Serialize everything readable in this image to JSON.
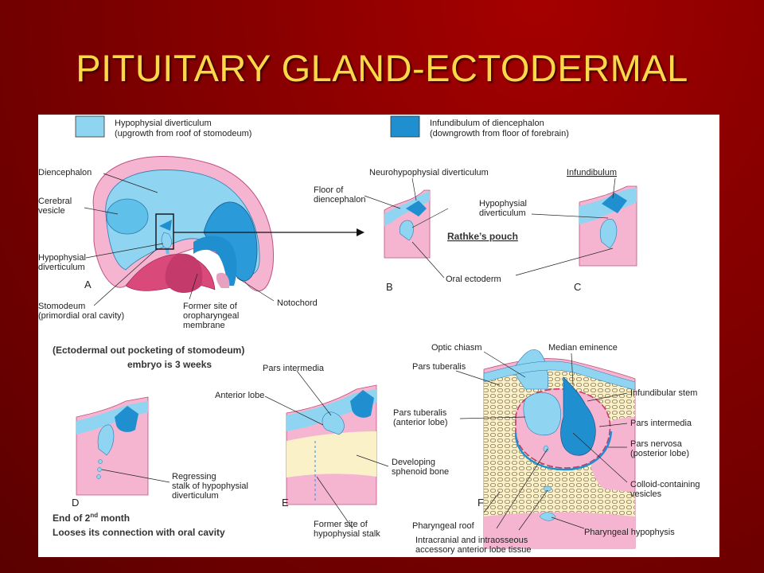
{
  "slide": {
    "title": "PITUITARY GLAND-ECTODERMAL"
  },
  "legend": {
    "light": {
      "line1": "Hypophysial diverticulum",
      "line2": "(upgrowth from roof of stomodeum)",
      "color": "#8fd4f0"
    },
    "dark": {
      "line1": "Infundibulum of diencephalon",
      "line2": "(downgrowth from floor of forebrain)",
      "color": "#1f8fd0"
    }
  },
  "panel_letters": [
    "A",
    "B",
    "C",
    "D",
    "E",
    "F"
  ],
  "labels_a": {
    "diencephalon": "Diencephalon",
    "cerebral_1": "Cerebral",
    "cerebral_2": "vesicle",
    "hypo_1": "Hypophysial",
    "hypo_2": "diverticulum",
    "stomodeum_1": "Stomodeum",
    "stomodeum_2": "(primordial oral cavity)",
    "former_1": "Former site of",
    "former_2": "oropharyngeal",
    "former_3": "membrane",
    "notochord": "Notochord"
  },
  "labels_bc": {
    "neuro": "Neurohypophysial diverticulum",
    "floor_1": "Floor of",
    "floor_2": "diencephalon",
    "hypo_1": "Hypophysial",
    "hypo_2": "diverticulum",
    "infundibulum": "Infundibulum",
    "rathke": "Rathke’s pouch",
    "oral": "Oral ectoderm"
  },
  "labels_de": {
    "pars_intermedia": "Pars intermedia",
    "anterior_lobe": "Anterior lobe",
    "regress_1": "Regressing",
    "regress_2": "stalk of hypophysial",
    "regress_3": "diverticulum",
    "sphenoid_1": "Developing",
    "sphenoid_2": "sphenoid bone",
    "stalk_1": "Former site of",
    "stalk_2": "hypophysial stalk"
  },
  "labels_f": {
    "optic": "Optic chiasm",
    "median": "Median eminence",
    "tuberalis": "Pars tuberalis",
    "tuberalis_ant_1": "Pars tuberalis",
    "tuberalis_ant_2": "(anterior lobe)",
    "stem": "Infundibular stem",
    "intermedia": "Pars intermedia",
    "nervosa_1": "Pars nervosa",
    "nervosa_2": "(posterior lobe)",
    "colloid_1": "Colloid-containing",
    "colloid_2": "vesicles",
    "roof": "Pharyngeal roof",
    "hypophysis": "Pharyngeal hypophysis",
    "intracranial_1": "Intracranial and intraosseous",
    "intracranial_2": "accessory anterior lobe tissue"
  },
  "notes": {
    "ecto": "(Ectodermal out pocketing of stomodeum)",
    "weeks": "embryo is 3 weeks",
    "end_pre": "End of 2",
    "end_sup": "nd",
    "end_post": " month",
    "looses": "Looses its connection with oral cavity"
  }
}
